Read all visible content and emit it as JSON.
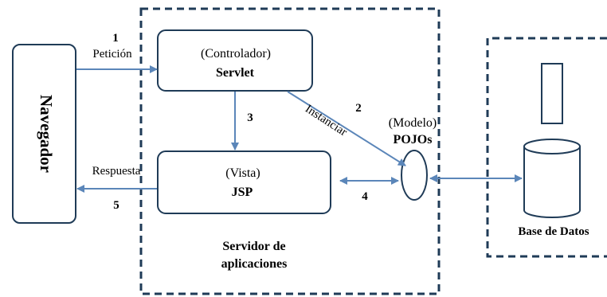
{
  "colors": {
    "stroke": "#1f3b57",
    "arrow": "#5b86b9",
    "text": "#000000",
    "background": "#ffffff"
  },
  "navegador": {
    "label": "Navegador"
  },
  "servidor": {
    "line1": "Servidor de",
    "line2": "aplicaciones"
  },
  "controlador": {
    "role": "(Controlador)",
    "name": "Servlet"
  },
  "vista": {
    "role": "(Vista)",
    "name": "JSP"
  },
  "modelo": {
    "role": "(Modelo)",
    "name": "POJOs"
  },
  "base_datos": {
    "label": "Base de Datos"
  },
  "flows": {
    "peticion": {
      "step": "1",
      "label": "Petición"
    },
    "instanciar": {
      "step": "2",
      "label": "Instanciar"
    },
    "servlet_to_jsp": {
      "step": "3"
    },
    "jsp_pojos": {
      "step": "4"
    },
    "respuesta": {
      "step": "5",
      "label": "Respuesta"
    }
  }
}
